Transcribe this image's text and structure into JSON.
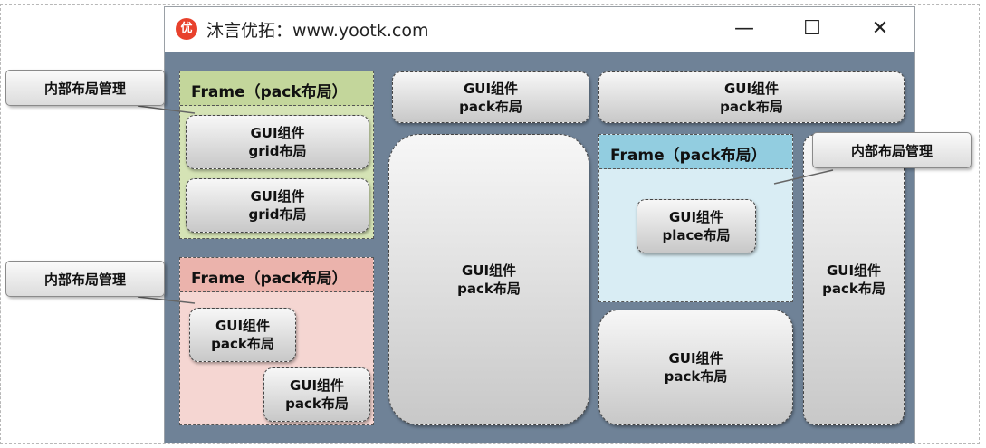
{
  "window": {
    "logo_text": "优",
    "title": "沐言优拓：www.yootk.com",
    "controls": {
      "minimize": "—",
      "maximize": "☐",
      "close": "✕"
    }
  },
  "frames": {
    "green": {
      "title": "Frame（pack布局）",
      "bg": "#d5e3b5",
      "header_bg": "#c3d69b"
    },
    "pink": {
      "title": "Frame（pack布局）",
      "bg": "#f5d6d2",
      "header_bg": "#ebb3ac"
    },
    "blue": {
      "title": "Frame（pack布局）",
      "bg": "#d9edf4",
      "header_bg": "#92cde0"
    }
  },
  "components": {
    "green_1": [
      "GUI组件",
      "grid布局"
    ],
    "green_2": [
      "GUI组件",
      "grid布局"
    ],
    "pink_1": [
      "GUI组件",
      "pack布局"
    ],
    "pink_2": [
      "GUI组件",
      "pack布局"
    ],
    "top_1": [
      "GUI组件",
      "pack布局"
    ],
    "top_2": [
      "GUI组件",
      "pack布局"
    ],
    "center_big": [
      "GUI组件",
      "pack布局"
    ],
    "blue_place": [
      "GUI组件",
      "place布局"
    ],
    "bottom_mid": [
      "GUI组件",
      "pack布局"
    ],
    "right_tall": [
      "GUI组件",
      "pack布局"
    ]
  },
  "callouts": {
    "left_top": "内部布局管理",
    "left_bottom": "内部布局管理",
    "right": "内部布局管理"
  }
}
